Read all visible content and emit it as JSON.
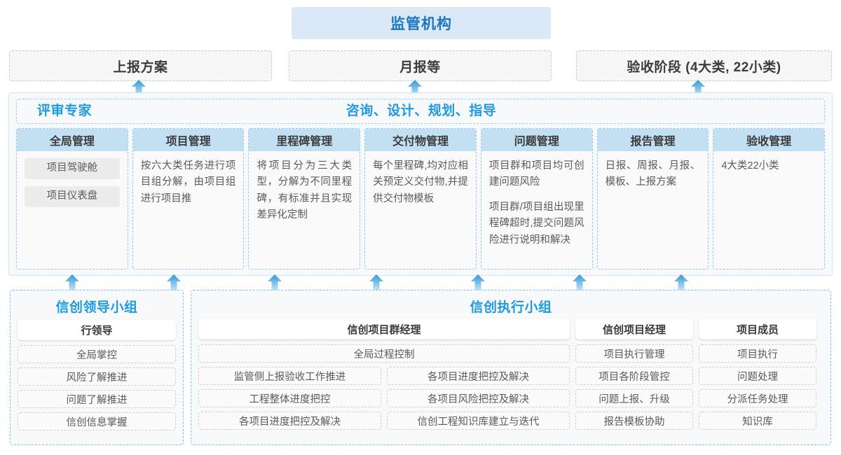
{
  "top": {
    "regulator": "监管机构",
    "reports": [
      "上报方案",
      "月报等",
      "验收阶段 (4大类, 22小类)"
    ]
  },
  "consult_band": {
    "left_title": "评审专家",
    "center_title": "咨询、设计、规划、指导",
    "modules": [
      {
        "title": "全局管理",
        "pills": [
          "项目驾驶舱",
          "项目仪表盘"
        ],
        "paragraphs": []
      },
      {
        "title": "项目管理",
        "pills": [],
        "paragraphs": [
          "按六大类任务进行项目组分解，由项目组进行项目推"
        ]
      },
      {
        "title": "里程碑管理",
        "pills": [],
        "paragraphs": [
          "将项目分为三大类型，分解为不同里程碑，有标准并且实现差异化定制"
        ]
      },
      {
        "title": "交付物管理",
        "pills": [],
        "paragraphs": [
          "每个里程碑,均对应相关预定义交付物,并提供交付物模板"
        ]
      },
      {
        "title": "问题管理",
        "pills": [],
        "paragraphs": [
          "项目群和项目均可创建问题风险",
          "项目群/项目组出现里程碑超时,提交问题风险进行说明和解决"
        ]
      },
      {
        "title": "报告管理",
        "pills": [],
        "paragraphs": [
          "日报、周报、月报、模板、上报方案"
        ]
      },
      {
        "title": "验收管理",
        "pills": [],
        "paragraphs": [
          "4大类22小类"
        ]
      }
    ]
  },
  "teams": {
    "leader_group": {
      "title": "信创领导小组",
      "role": "行领导",
      "items": [
        "全局掌控",
        "风险了解推进",
        "问题了解推进",
        "信创信息掌握"
      ]
    },
    "exec_group": {
      "title": "信创执行小组",
      "program_manager": {
        "role": "信创项目群经理",
        "full_item": "全局过程控制",
        "left_items": [
          "监管侧上报验收工作推进",
          "工程整体进度把控",
          "各项目进度把控及解决"
        ],
        "right_items": [
          "各项目进度把控及解决",
          "各项目风险把控及解决",
          "信创工程知识库建立与迭代"
        ]
      },
      "project_manager": {
        "role": "信创项目经理",
        "items": [
          "项目执行管理",
          "项目各阶段管控",
          "问题上报、升级",
          "报告模板协助"
        ]
      },
      "project_member": {
        "role": "项目成员",
        "items": [
          "项目执行",
          "问题处理",
          "分派任务处理",
          "知识库"
        ]
      }
    }
  },
  "arrows": {
    "icon": "arrow-up-icon",
    "color_top": "#2e9ad6",
    "color_bottom": "#bfe0f5",
    "upper_row_x": [
      198,
      592,
      996
    ],
    "lower_row_x": [
      103,
      248,
      392,
      537,
      682,
      827,
      972
    ]
  },
  "colors": {
    "accent": "#1f9ae0",
    "regulator_bg": "#dbe9f6",
    "module_head_bg": "#c3dff2",
    "band_bg": "#f7f9fb",
    "dashed_border": "#8fc9ec"
  }
}
